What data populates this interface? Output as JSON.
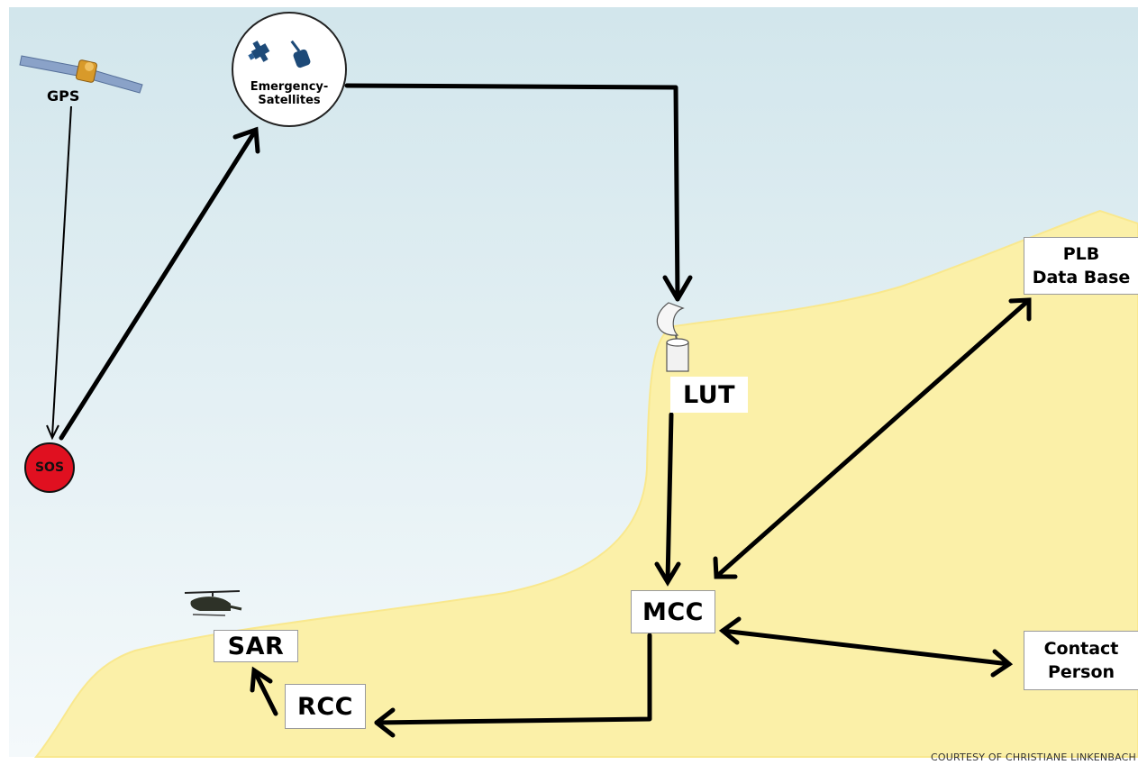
{
  "colors": {
    "sky_top": "#d2e6ec",
    "sky_bottom": "#f4f9fb",
    "land": "#fbf0a8",
    "land_edge": "#f9e88e",
    "sos_fill": "#e01020",
    "arrow": "#000000"
  },
  "nodes": {
    "gps": "GPS",
    "emergency_satellites_line1": "Emergency-",
    "emergency_satellites_line2": "Satellites",
    "sos": "SOS",
    "lut": "LUT",
    "plb_line1": "PLB",
    "plb_line2": "Data Base",
    "mcc": "MCC",
    "contact_line1": "Contact",
    "contact_line2": "Person",
    "sar": "SAR",
    "rcc": "RCC"
  },
  "icons": {
    "gps": "satellite-icon",
    "emergency": "satellites-icon",
    "lut": "dish-antenna-icon",
    "sar": "helicopter-icon"
  },
  "credit": "COURTESY OF CHRISTIANE LINKENBACH"
}
